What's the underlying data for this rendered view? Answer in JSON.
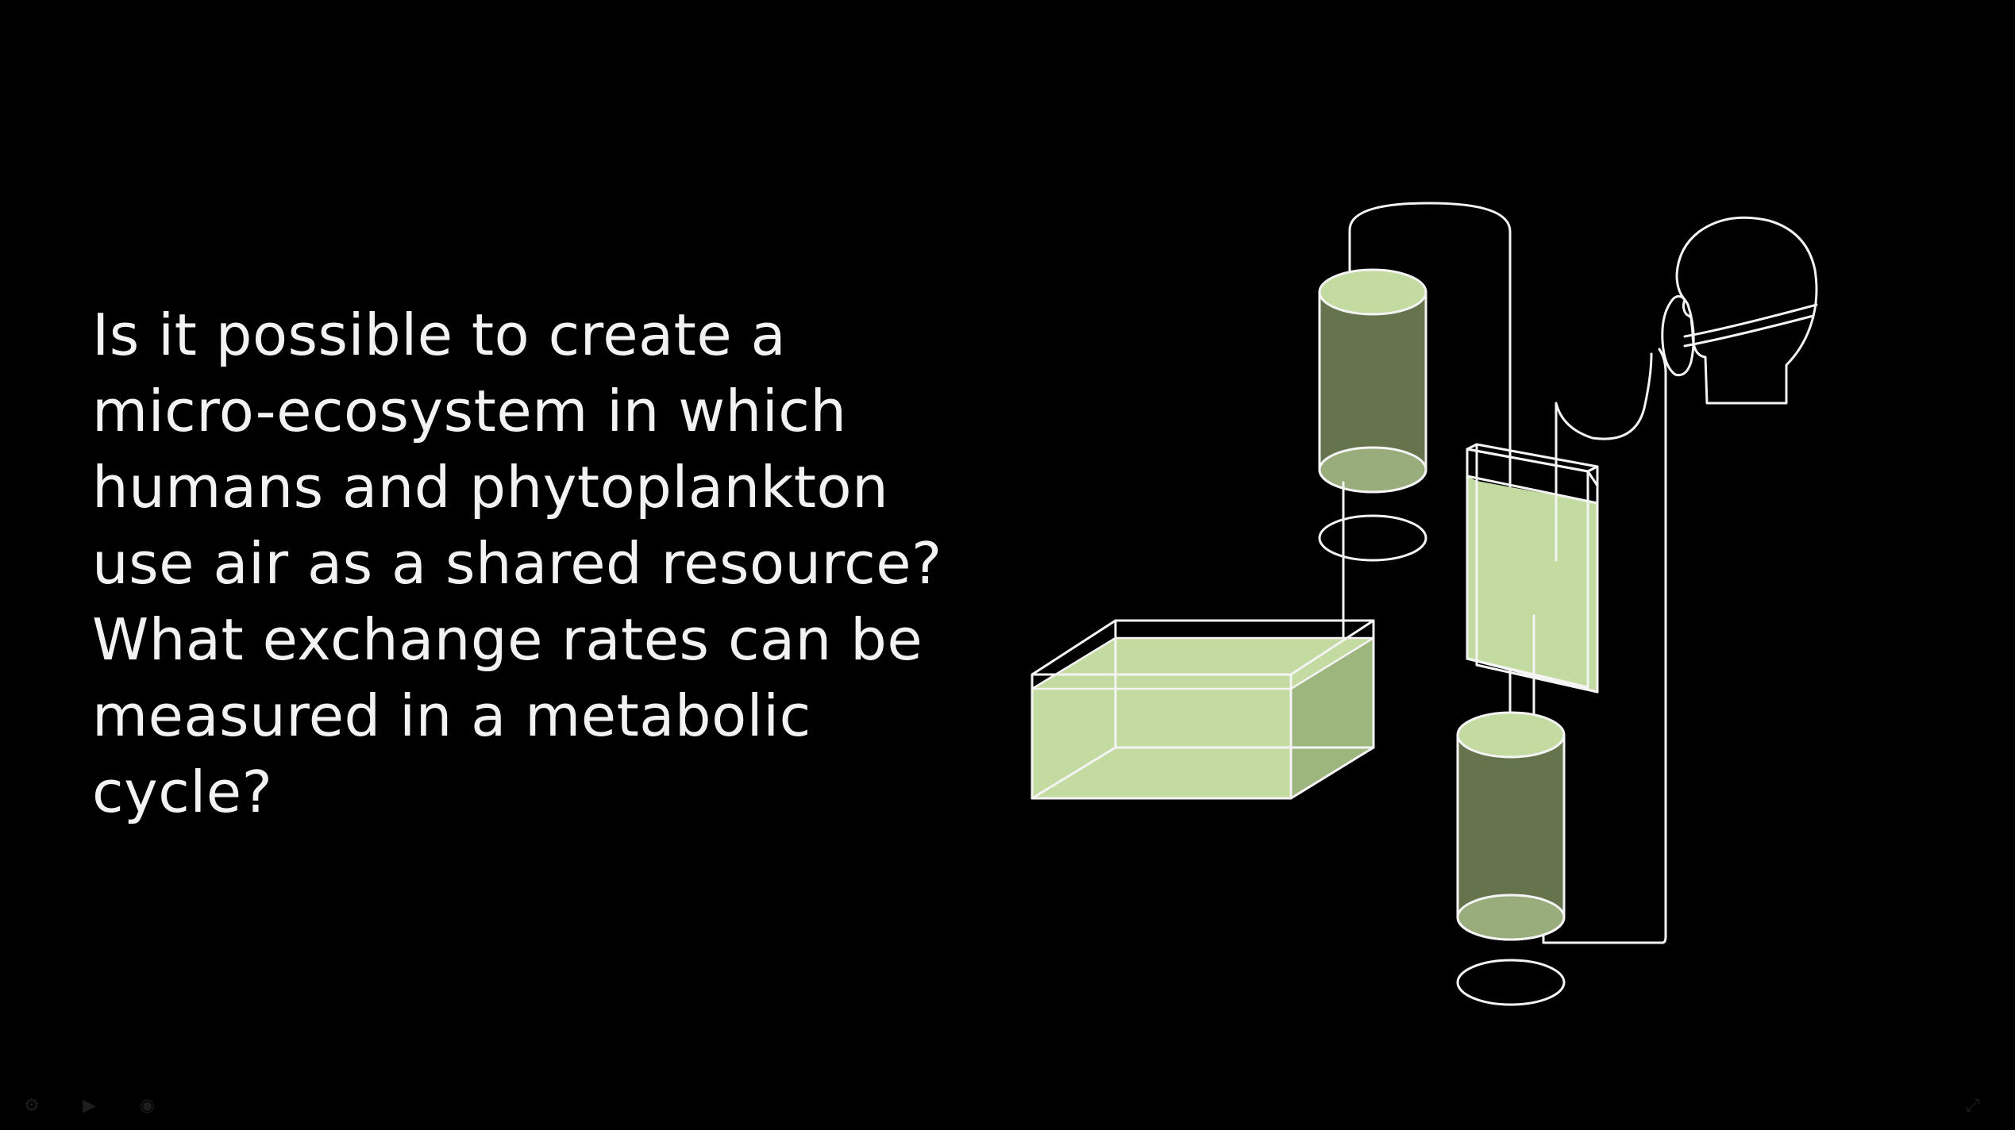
{
  "question": {
    "lines": [
      "Is it possible to create a",
      "micro-ecosystem in which",
      "humans and phytoplankton",
      "use air as a shared resource?",
      "What exchange rates can be",
      "measured in a metabolic",
      "cycle?"
    ]
  },
  "colors": {
    "background": "#000000",
    "text": "#f2f2f2",
    "outline": "#f4f4f4",
    "phytoplankton_fill": "#c3dba0",
    "cylinder_body_fill": "#66744e"
  },
  "player_controls": {
    "icons": [
      "settings-icon",
      "play-icon",
      "volume-icon",
      "fullscreen-icon"
    ]
  }
}
